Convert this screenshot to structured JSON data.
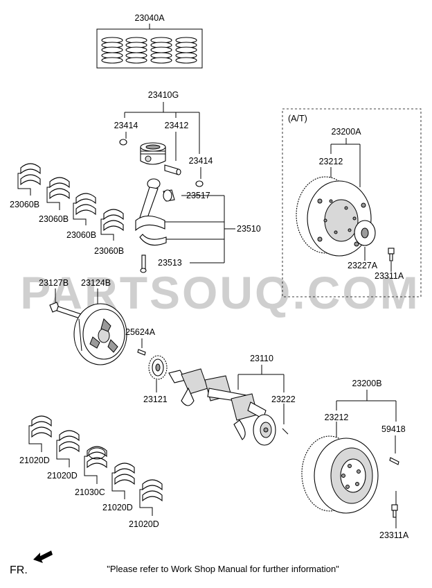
{
  "watermark": "PARTSOUQ.COM",
  "group_label": "(A/T)",
  "footer": {
    "direction_label": "FR.",
    "note": "\"Please refer to Work Shop Manual for further information\""
  },
  "labels": {
    "l23040a": "23040A",
    "l23410g": "23410G",
    "l23414a": "23414",
    "l23412": "23412",
    "l23414b": "23414",
    "l23517": "23517",
    "l23510": "23510",
    "l23513": "23513",
    "l23060b_1": "23060B",
    "l23060b_2": "23060B",
    "l23060b_3": "23060B",
    "l23060b_4": "23060B",
    "l23127b": "23127B",
    "l23124b": "23124B",
    "l25624a": "25624A",
    "l23121": "23121",
    "l23110": "23110",
    "l23222": "23222",
    "l23200a": "23200A",
    "l23212a": "23212",
    "l23227a": "23227A",
    "l23311a_1": "23311A",
    "l23200b": "23200B",
    "l23212b": "23212",
    "l59418": "59418",
    "l23311a_2": "23311A",
    "l21020d_1": "21020D",
    "l21020d_2": "21020D",
    "l21030c": "21030C",
    "l21020d_3": "21020D",
    "l21020d_4": "21020D"
  },
  "icons": {
    "direction_arrow": "arrow-left-down-icon"
  }
}
